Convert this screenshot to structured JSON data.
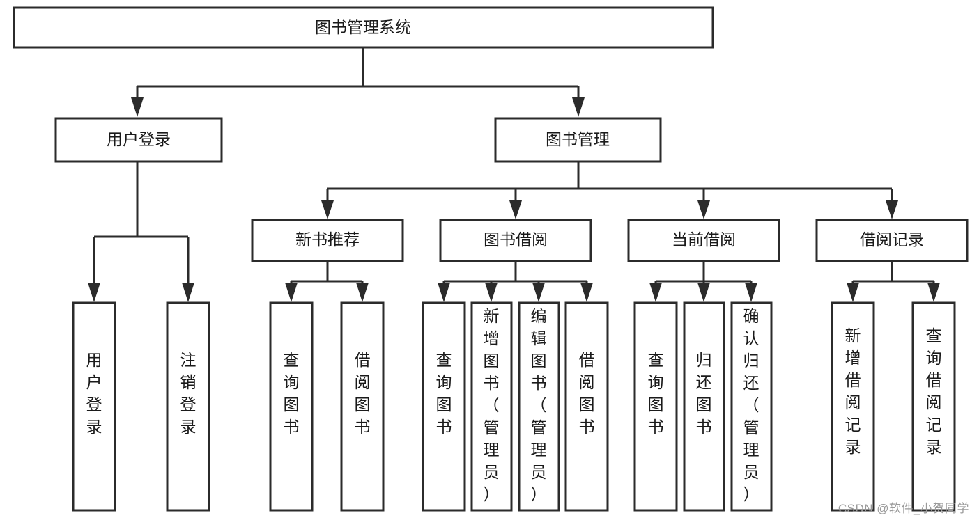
{
  "diagram": {
    "type": "tree-hierarchy-flowchart",
    "title": "图书管理系统",
    "background_color": "#ffffff",
    "line_color": "#2b2b2b",
    "text_color": "#1a1a1a",
    "levels": [
      {
        "level": 1,
        "nodes": [
          {
            "id": "root",
            "label": "图书管理系统",
            "orientation": "horizontal"
          }
        ]
      },
      {
        "level": 2,
        "nodes": [
          {
            "id": "login",
            "label": "用户登录",
            "orientation": "horizontal",
            "parent": "root"
          },
          {
            "id": "bookmgmt",
            "label": "图书管理",
            "orientation": "horizontal",
            "parent": "root"
          }
        ]
      },
      {
        "level": 3,
        "nodes": [
          {
            "id": "newbook",
            "label": "新书推荐",
            "orientation": "horizontal",
            "parent": "bookmgmt"
          },
          {
            "id": "borrow",
            "label": "图书借阅",
            "orientation": "horizontal",
            "parent": "bookmgmt"
          },
          {
            "id": "current",
            "label": "当前借阅",
            "orientation": "horizontal",
            "parent": "bookmgmt"
          },
          {
            "id": "records",
            "label": "借阅记录",
            "orientation": "horizontal",
            "parent": "bookmgmt"
          }
        ]
      },
      {
        "level": 4,
        "nodes": [
          {
            "id": "leaf1",
            "label": "用户登录",
            "orientation": "vertical",
            "parent": "login"
          },
          {
            "id": "leaf2",
            "label": "注销登录",
            "orientation": "vertical",
            "parent": "login"
          },
          {
            "id": "leaf3",
            "label": "查询图书",
            "orientation": "vertical",
            "parent": "newbook"
          },
          {
            "id": "leaf4",
            "label": "借阅图书",
            "orientation": "vertical",
            "parent": "newbook"
          },
          {
            "id": "leaf5",
            "label": "查询图书",
            "orientation": "vertical",
            "parent": "borrow"
          },
          {
            "id": "leaf6",
            "label": "新增图书（管理员）",
            "orientation": "vertical",
            "parent": "borrow"
          },
          {
            "id": "leaf7",
            "label": "编辑图书（管理员）",
            "orientation": "vertical",
            "parent": "borrow"
          },
          {
            "id": "leaf8",
            "label": "借阅图书",
            "orientation": "vertical",
            "parent": "borrow"
          },
          {
            "id": "leaf9",
            "label": "查询图书",
            "orientation": "vertical",
            "parent": "current"
          },
          {
            "id": "leaf10",
            "label": "归还图书",
            "orientation": "vertical",
            "parent": "current"
          },
          {
            "id": "leaf11",
            "label": "确认归还（管理员）",
            "orientation": "vertical",
            "parent": "current"
          },
          {
            "id": "leaf12",
            "label": "新增借阅记录",
            "orientation": "vertical",
            "parent": "records"
          },
          {
            "id": "leaf13",
            "label": "查询借阅记录",
            "orientation": "vertical",
            "parent": "records"
          }
        ]
      }
    ]
  },
  "watermark": {
    "text": "CSDN @软件_小贺同学"
  }
}
